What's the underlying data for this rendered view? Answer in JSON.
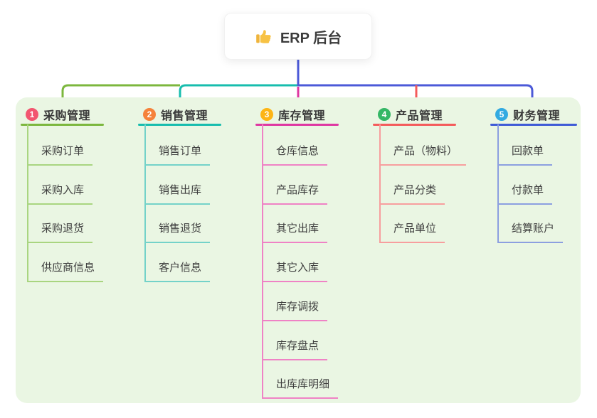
{
  "root": {
    "label": "ERP 后台",
    "icon": "thumbs-up-icon",
    "stem_color": "#4C5AD8"
  },
  "canvas": {
    "background": "#ffffff",
    "panel_background": "#EAF6E3"
  },
  "branches": [
    {
      "number": "1",
      "label": "采购管理",
      "badge_color": "#F25670",
      "line_color": "#7CB73E",
      "child_line_color": "#A9D580",
      "children": [
        "采购订单",
        "采购入库",
        "采购退货",
        "供应商信息"
      ]
    },
    {
      "number": "2",
      "label": "销售管理",
      "badge_color": "#F5823B",
      "line_color": "#17BDAE",
      "child_line_color": "#74D2C9",
      "children": [
        "销售订单",
        "销售出库",
        "销售退货",
        "客户信息"
      ]
    },
    {
      "number": "3",
      "label": "库存管理",
      "badge_color": "#FDB515",
      "line_color": "#DF37A2",
      "child_line_color": "#EF82C5",
      "children": [
        "仓库信息",
        "产品库存",
        "其它出库",
        "其它入库",
        "库存调拨",
        "库存盘点",
        "出库库明细"
      ]
    },
    {
      "number": "4",
      "label": "产品管理",
      "badge_color": "#35B766",
      "line_color": "#F45B5B",
      "child_line_color": "#F79E9E",
      "children": [
        "产品（物料）",
        "产品分类",
        "产品单位"
      ]
    },
    {
      "number": "5",
      "label": "财务管理",
      "badge_color": "#32AAE1",
      "line_color": "#3F5BD6",
      "child_line_color": "#8C9FE0",
      "children": [
        "回款单",
        "付款单",
        "结算账户"
      ]
    }
  ]
}
